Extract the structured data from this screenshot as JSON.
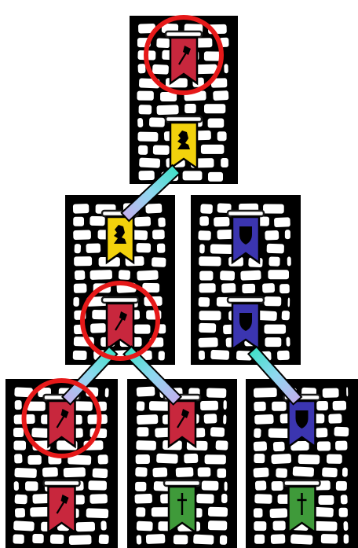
{
  "colors": {
    "wall": "#000000",
    "stone": "#ffffff",
    "highlight": "#e61919",
    "connector_start": "#40e0c8",
    "connector_end": "#c2b0ee",
    "banner_rod": "#1a1a1a"
  },
  "banner_types": {
    "axe": {
      "color": "#c8273d",
      "icon": "axe-icon"
    },
    "knight": {
      "color": "#f2d20c",
      "icon": "knight-icon"
    },
    "shield": {
      "color": "#3b35b0",
      "icon": "shield-icon"
    },
    "sword": {
      "color": "#3f9a3a",
      "icon": "sword-icon"
    }
  },
  "towers": [
    {
      "id": "top",
      "top_banner": "axe",
      "bottom_banner": "knight",
      "highlight": "top"
    },
    {
      "id": "middle-left",
      "top_banner": "knight",
      "bottom_banner": "axe",
      "highlight": "bottom"
    },
    {
      "id": "middle-right",
      "top_banner": "shield",
      "bottom_banner": "shield",
      "highlight": null
    },
    {
      "id": "bottom-left",
      "top_banner": "axe",
      "bottom_banner": "axe",
      "highlight": "top"
    },
    {
      "id": "bottom-mid",
      "top_banner": "axe",
      "bottom_banner": "sword",
      "highlight": null
    },
    {
      "id": "bottom-right",
      "top_banner": "shield",
      "bottom_banner": "sword",
      "highlight": null
    }
  ],
  "links": [
    {
      "from": "top",
      "from_slot": "bottom",
      "to": "middle-left",
      "to_slot": "top"
    },
    {
      "from": "middle-left",
      "from_slot": "bottom",
      "to": "bottom-left",
      "to_slot": "top"
    },
    {
      "from": "middle-left",
      "from_slot": "bottom",
      "to": "bottom-mid",
      "to_slot": "top"
    },
    {
      "from": "middle-right",
      "from_slot": "bottom",
      "to": "bottom-right",
      "to_slot": "top"
    }
  ]
}
